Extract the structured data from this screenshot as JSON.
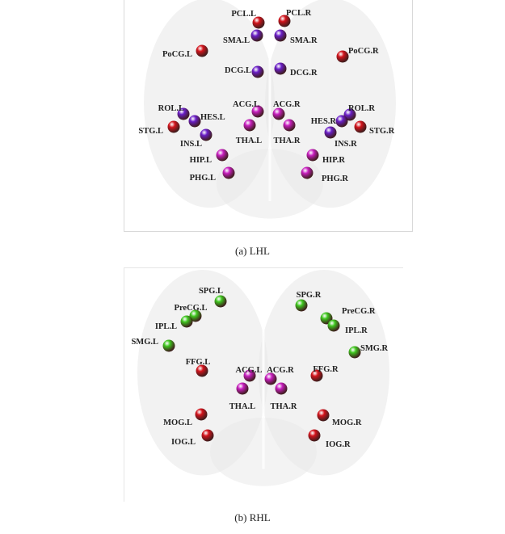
{
  "colors": {
    "red": "#d4141c",
    "purple": "#6a1ec8",
    "magenta": "#c81ec0",
    "green": "#3fc81e",
    "brain": "#e8e8e8"
  },
  "panels": [
    {
      "caption": "(a)  LHL",
      "nodes": [
        {
          "label": "PCL.L"
        },
        {
          "label": "PCL.R"
        },
        {
          "label": "SMA.L"
        },
        {
          "label": "SMA.R"
        },
        {
          "label": "PoCG.L"
        },
        {
          "label": "PoCG.R"
        },
        {
          "label": "DCG.L"
        },
        {
          "label": "DCG.R"
        },
        {
          "label": "ACG.L"
        },
        {
          "label": "ACG.R"
        },
        {
          "label": "ROL.L"
        },
        {
          "label": "ROL.R"
        },
        {
          "label": "HES.L"
        },
        {
          "label": "HES.R"
        },
        {
          "label": "STG.L"
        },
        {
          "label": "STG.R"
        },
        {
          "label": "THA.L"
        },
        {
          "label": "THA.R"
        },
        {
          "label": "INS.L"
        },
        {
          "label": "INS.R"
        },
        {
          "label": "HIP.L"
        },
        {
          "label": "HIP.R"
        },
        {
          "label": "PHG.L"
        },
        {
          "label": "PHG.R"
        }
      ]
    },
    {
      "caption": "(b) RHL",
      "nodes": [
        {
          "label": "SPG.L"
        },
        {
          "label": "SPG.R"
        },
        {
          "label": "PreCG.L"
        },
        {
          "label": "PreCG.R"
        },
        {
          "label": "IPL.L"
        },
        {
          "label": "IPL.R"
        },
        {
          "label": "SMG.L"
        },
        {
          "label": "SMG.R"
        },
        {
          "label": "FFG.L"
        },
        {
          "label": "FFG.R"
        },
        {
          "label": "ACG.L"
        },
        {
          "label": "ACG.R"
        },
        {
          "label": "THA.L"
        },
        {
          "label": "THA.R"
        },
        {
          "label": "MOG.L"
        },
        {
          "label": "MOG.R"
        },
        {
          "label": "IOG.L"
        },
        {
          "label": "IOG.R"
        }
      ]
    }
  ]
}
